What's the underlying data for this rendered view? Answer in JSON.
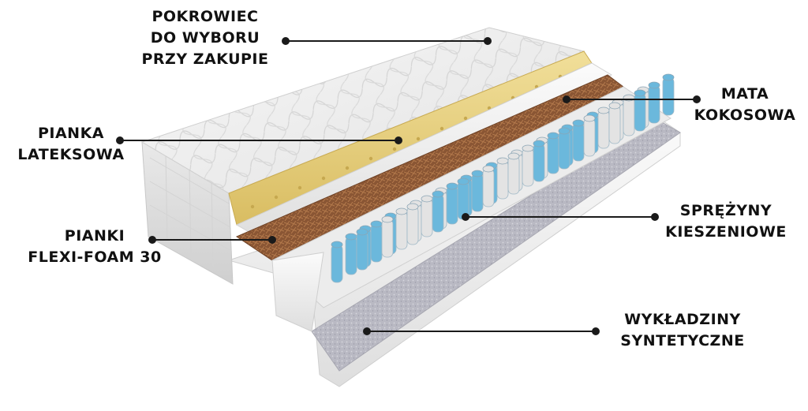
{
  "labels": {
    "pokrowiec": [
      "POKROWIEC",
      "DO WYBORU",
      "PRZY ZAKUPIE"
    ],
    "pianka_lateksowa": [
      "PIANKA",
      "LATEKSOWA"
    ],
    "pianki_flexi": [
      "PIANKI",
      "FLEXI-FOAM 30"
    ],
    "mata_kokosowa": [
      "MATA",
      "KOKOSOWA"
    ],
    "sprezyny": [
      "SPRĘŻYNY",
      "KIESZENIOWE"
    ],
    "wykladziny": [
      "WYKŁADZINY",
      "SYNTETYCZNE"
    ]
  },
  "colors": {
    "cover": "#efefef",
    "latex": "#e9d489",
    "coconut": "#8b5a3a",
    "spring_blue": "#6bb8dc",
    "spring_white": "#e3e3e3",
    "felt": "#bdbdc6",
    "foam": "#f4f4f4",
    "leader": "#1a1a1a"
  }
}
